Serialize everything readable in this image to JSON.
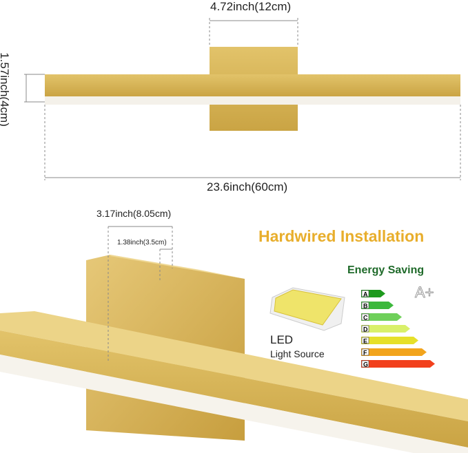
{
  "top_view": {
    "width_mount": "4.72inch(12cm)",
    "height_bar": "1.57inch(4cm)",
    "length_bar": "23.6inch(60cm)"
  },
  "perspective_view": {
    "depth": "3.17inch(8.05cm)",
    "bar_depth": "1.38inch(3.5cm)"
  },
  "features": {
    "title": "Hardwired Installation",
    "energy_title": "Energy Saving",
    "rating": "A+",
    "led_title": "LED",
    "led_subtitle": "Light Source",
    "energy_classes": [
      {
        "label": "A",
        "color": "#1e9a1e"
      },
      {
        "label": "B",
        "color": "#3cb83c"
      },
      {
        "label": "C",
        "color": "#6fd05a"
      },
      {
        "label": "D",
        "color": "#d9f06a"
      },
      {
        "label": "E",
        "color": "#e6e02a"
      },
      {
        "label": "F",
        "color": "#f2a41c"
      },
      {
        "label": "G",
        "color": "#f2401c"
      }
    ]
  },
  "colors": {
    "gold": "#d9b651",
    "accent": "#e8ae2c"
  }
}
